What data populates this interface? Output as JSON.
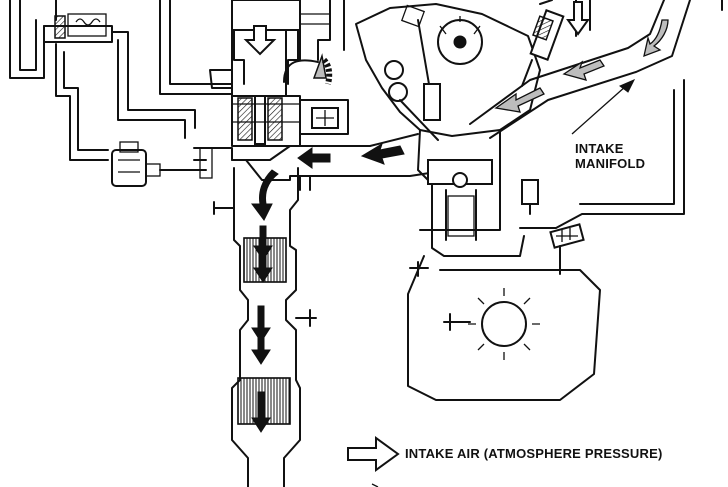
{
  "labels": {
    "intake_manifold_line1": "INTAKE",
    "intake_manifold_line2": "MANIFOLD"
  },
  "legend": {
    "intake_air": "INTAKE AIR (ATMOSPHERE PRESSURE)"
  },
  "colors": {
    "ink": "#111111",
    "background": "#ffffff",
    "flow_gray": "#bdbdbd"
  }
}
